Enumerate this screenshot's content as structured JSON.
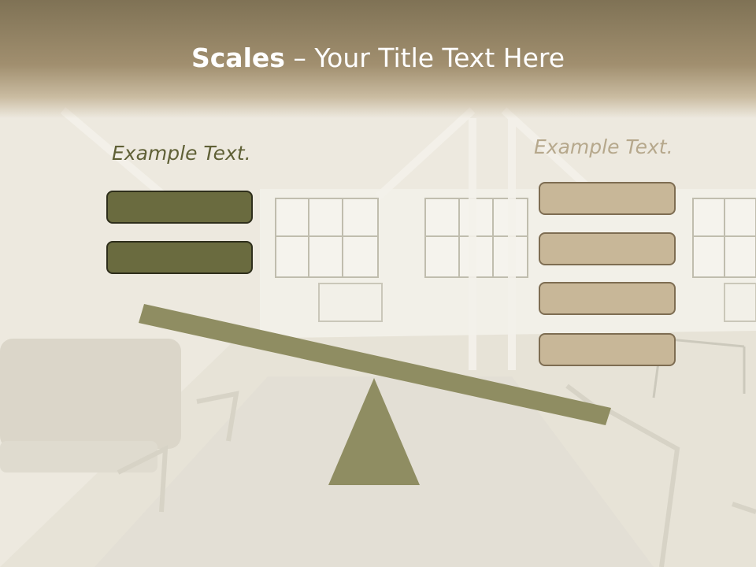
{
  "slide": {
    "title_bold": "Scales",
    "title_rest": " – Your Title Text Here",
    "left_label": "Example Text.",
    "right_label": "Example Text."
  },
  "colors": {
    "header": "#8b7b5c",
    "left_box_fill": "#6a6b3f",
    "right_box_fill": "#c8b798",
    "lever": "#8f8d62",
    "left_label": "#5f6036",
    "right_label": "#b6a88c"
  }
}
